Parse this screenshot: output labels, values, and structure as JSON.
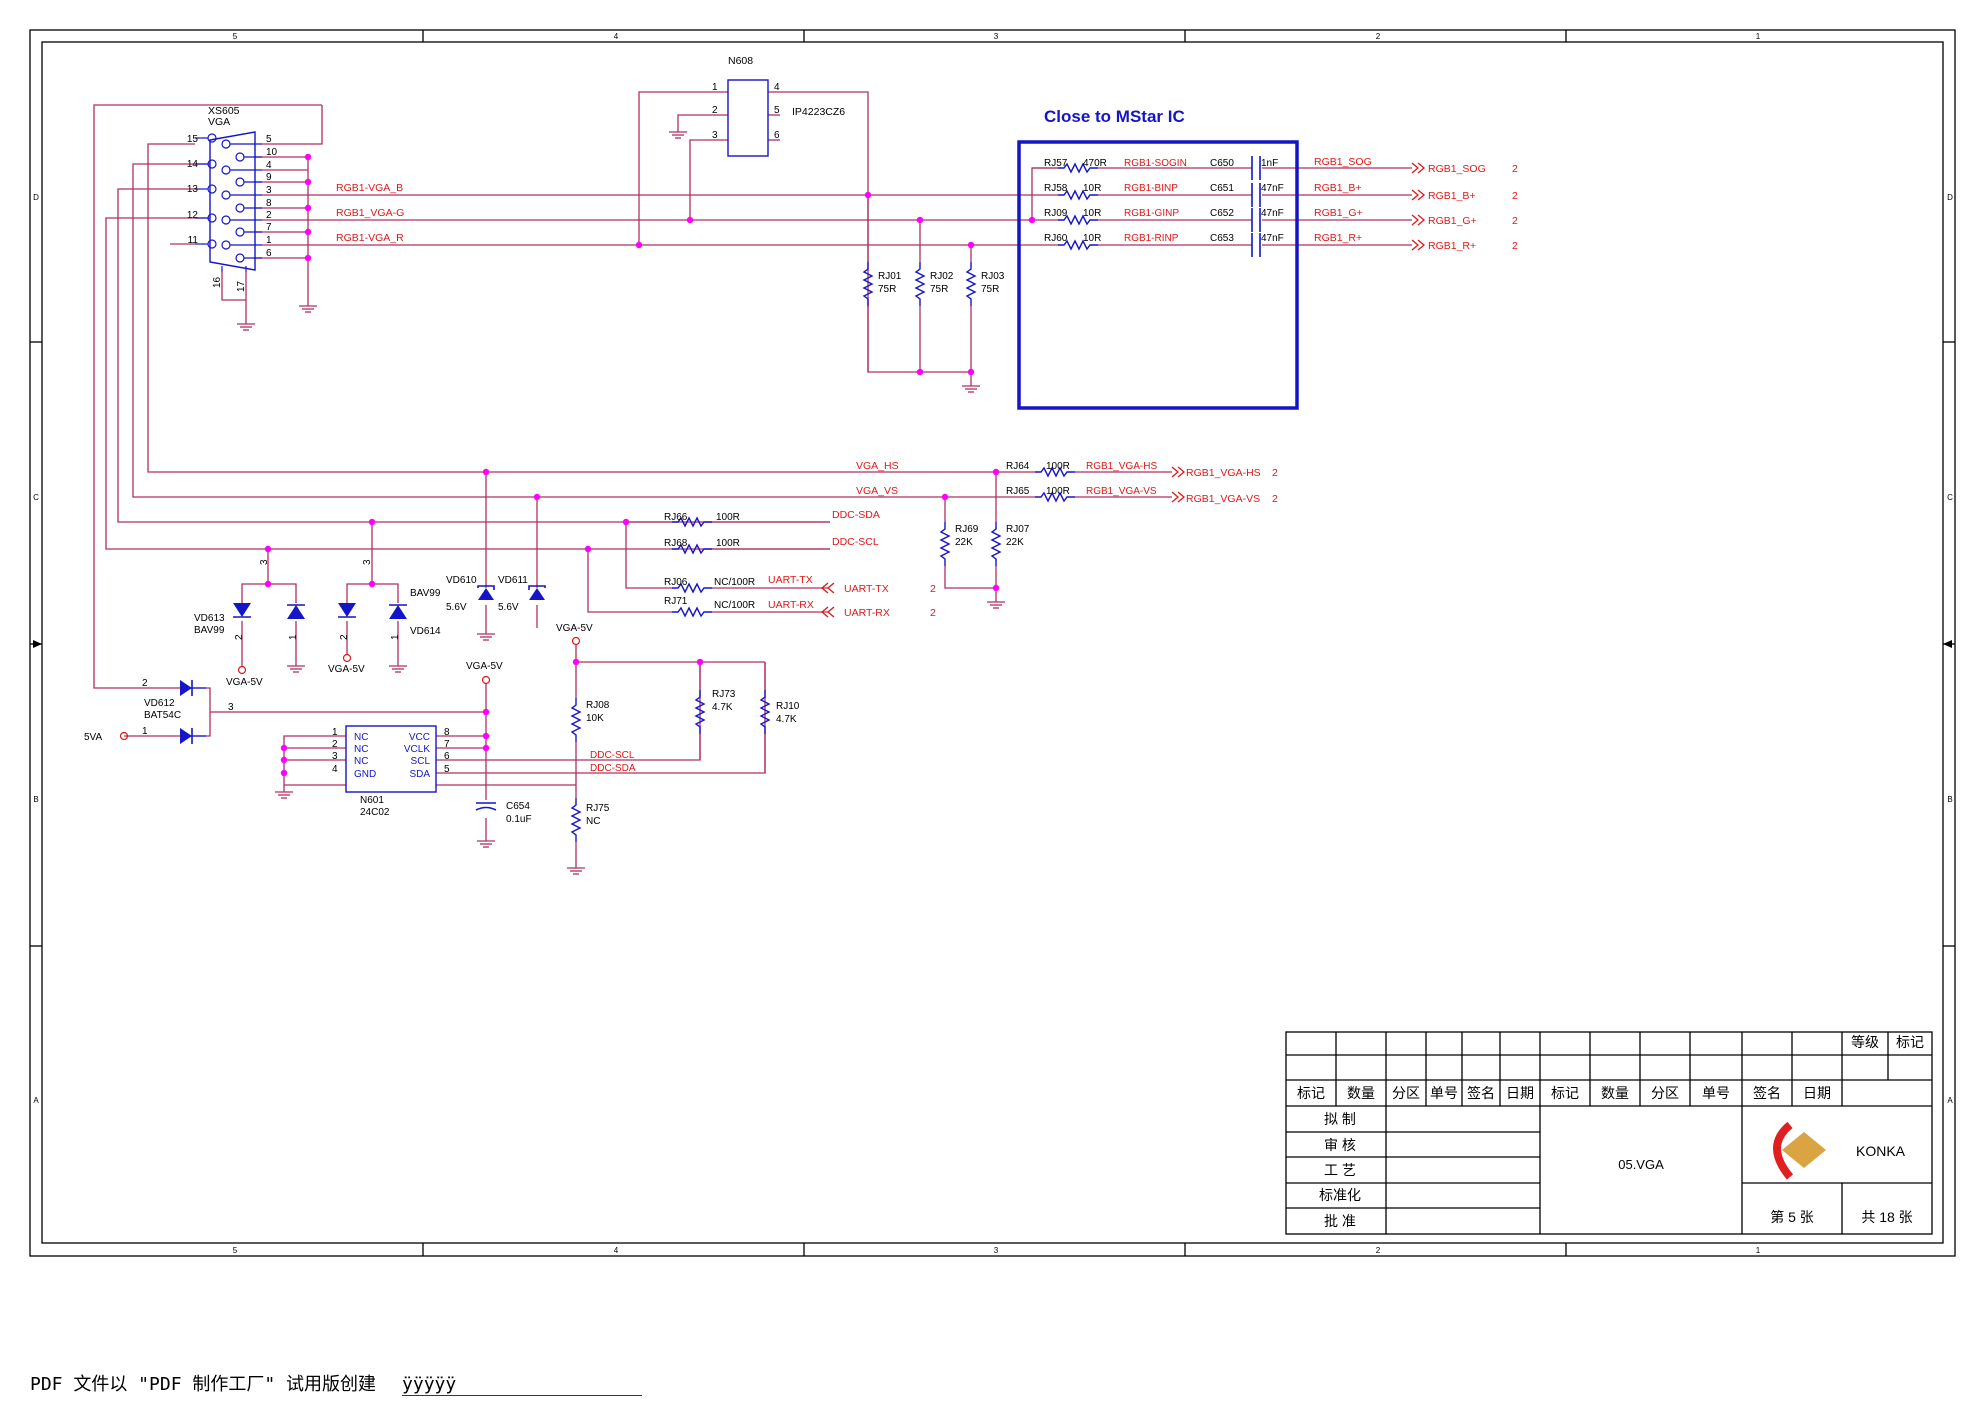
{
  "zone_numbers": [
    "5",
    "4",
    "3",
    "2",
    "1"
  ],
  "zone_letters": [
    "D",
    "C",
    "B",
    "A"
  ],
  "colors": {
    "wire": "#b03060",
    "component": "#1515c8",
    "net_label": "#e01818",
    "junction": "#ff00ff",
    "text": "#000000",
    "frame": "#000000"
  },
  "mstar_note": "Close to MStar IC",
  "connector": {
    "ref": "XS605",
    "type": "VGA",
    "pins_left": [
      "15",
      "14",
      "13",
      "12",
      "11"
    ],
    "pins_right": [
      "5",
      "10",
      "4",
      "9",
      "3",
      "8",
      "2",
      "7",
      "1",
      "6"
    ],
    "pins_bottom": [
      "16",
      "17"
    ]
  },
  "n608": {
    "ref": "N608",
    "part": "IP4223CZ6",
    "pins_left": [
      "1",
      "2",
      "3"
    ],
    "pins_right": [
      "4",
      "5",
      "6"
    ]
  },
  "nets": {
    "vga_b": "RGB1-VGA_B",
    "vga_g": "RGB1_VGA-G",
    "vga_r": "RGB1-VGA_R",
    "vga_hs": "VGA_HS",
    "vga_vs": "VGA_VS",
    "ddc_sda": "DDC-SDA",
    "ddc_scl": "DDC-SCL",
    "uart_tx": "UART-TX",
    "uart_rx": "UART-RX",
    "ddc_scl2": "DDC-SCL",
    "ddc_sda2": "DDC-SDA"
  },
  "rgb_rows": [
    {
      "res_ref": "RJ57",
      "res_val": "470R",
      "net": "RGB1-SOGIN",
      "cap_ref": "C650",
      "cap_val": "1nF",
      "out_net": "RGB1_SOG",
      "port": "RGB1_SOG",
      "sheet": "2"
    },
    {
      "res_ref": "RJ58",
      "res_val": "10R",
      "net": "RGB1-BINP",
      "cap_ref": "C651",
      "cap_val": "47nF",
      "out_net": "RGB1_B+",
      "port": "RGB1_B+",
      "sheet": "2"
    },
    {
      "res_ref": "RJ09",
      "res_val": "10R",
      "net": "RGB1-GINP",
      "cap_ref": "C652",
      "cap_val": "47nF",
      "out_net": "RGB1_G+",
      "port": "RGB1_G+",
      "sheet": "2"
    },
    {
      "res_ref": "RJ60",
      "res_val": "10R",
      "net": "RGB1-RINP",
      "cap_ref": "C653",
      "cap_val": "47nF",
      "out_net": "RGB1_R+",
      "port": "RGB1_R+",
      "sheet": "2"
    }
  ],
  "term_res": [
    {
      "ref": "RJ01",
      "val": "75R"
    },
    {
      "ref": "RJ02",
      "val": "75R"
    },
    {
      "ref": "RJ03",
      "val": "75R"
    }
  ],
  "sync": [
    {
      "ref": "RJ64",
      "val": "100R",
      "net": "RGB1_VGA-HS",
      "port": "RGB1_VGA-HS",
      "sheet": "2"
    },
    {
      "ref": "RJ65",
      "val": "100R",
      "net": "RGB1_VGA-VS",
      "port": "RGB1_VGA-VS",
      "sheet": "2"
    }
  ],
  "ddc_res": [
    {
      "ref": "RJ66",
      "val": "100R"
    },
    {
      "ref": "RJ68",
      "val": "100R"
    },
    {
      "ref": "RJ06",
      "val": "NC/100R"
    },
    {
      "ref": "RJ71",
      "val": "NC/100R"
    }
  ],
  "uart_ports": [
    {
      "name": "UART-TX",
      "sheet": "2"
    },
    {
      "name": "UART-RX",
      "sheet": "2"
    }
  ],
  "pulldowns": [
    {
      "ref": "RJ69",
      "val": "22K"
    },
    {
      "ref": "RJ07",
      "val": "22K"
    }
  ],
  "esd": {
    "vd613": "VD613",
    "bav99_a": "BAV99",
    "bav99_b": "BAV99",
    "vd614": "VD614",
    "vd610": "VD610",
    "vd611": "VD611",
    "z1": "5.6V",
    "z2": "5.6V",
    "p3a": "3",
    "p3b": "3",
    "p2a": "2",
    "p1a": "1",
    "p2b": "2",
    "p1b": "1",
    "vga5v_a": "VGA-5V",
    "vga5v_b": "VGA-5V"
  },
  "power": {
    "vd612": "VD612",
    "bat54c": "BAT54C",
    "p2": "2",
    "p1": "1",
    "p3": "3",
    "vga5v_c": "VGA-5V",
    "vga5v_d": "VGA-5V",
    "vin": "5VA"
  },
  "eeprom": {
    "ref": "N601",
    "part": "24C02",
    "left_pins": [
      {
        "num": "1",
        "name": "NC"
      },
      {
        "num": "2",
        "name": "NC"
      },
      {
        "num": "3",
        "name": "NC"
      },
      {
        "num": "4",
        "name": "GND"
      }
    ],
    "right_pins": [
      {
        "num": "8",
        "name": "VCC"
      },
      {
        "num": "7",
        "name": "VCLK"
      },
      {
        "num": "6",
        "name": "SCL"
      },
      {
        "num": "5",
        "name": "SDA"
      }
    ]
  },
  "misc": {
    "c654_ref": "C654",
    "c654_val": "0.1uF",
    "rj08_ref": "RJ08",
    "rj08_val": "10K",
    "rj73_ref": "RJ73",
    "rj73_val": "4.7K",
    "rj10_ref": "RJ10",
    "rj10_val": "4.7K",
    "rj75_ref": "RJ75",
    "rj75_val": "NC"
  },
  "title_block": {
    "grade": "等级",
    "mark": "标记",
    "header": [
      "标记",
      "数量",
      "分区",
      "单号",
      "签名",
      "日期",
      "标记",
      "数量",
      "分区",
      "单号",
      "签名",
      "日期"
    ],
    "roles": [
      "拟 制",
      "审 核",
      "工 艺",
      "标准化",
      "批 准"
    ],
    "sheet_name": "05.VGA",
    "company": "KONKA",
    "sheet_no": "第 5 张",
    "sheet_total": "共 18 张"
  },
  "footer": {
    "text": "PDF 文件以 \"PDF 制作工厂\" 试用版创建",
    "trial": "ÿÿÿÿÿ"
  }
}
